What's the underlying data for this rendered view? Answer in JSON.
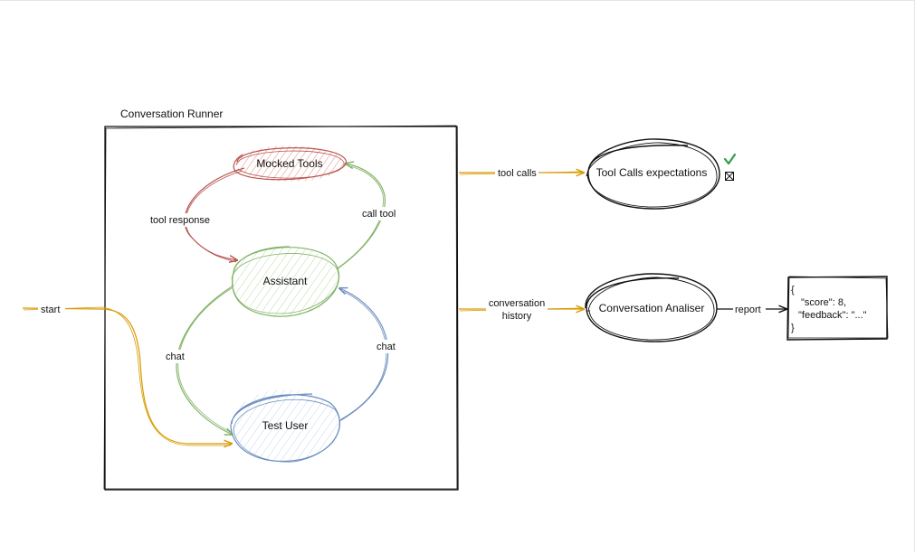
{
  "diagram": {
    "container_title": "Conversation Runner",
    "nodes": {
      "mocked_tools": "Mocked Tools",
      "assistant": "Assistant",
      "test_user": "Test User",
      "tool_calls_expectations": "Tool Calls expectations",
      "conversation_analiser": "Conversation Analiser"
    },
    "edges": {
      "start": "start",
      "tool_response": "tool response",
      "call_tool": "call tool",
      "chat_left": "chat",
      "chat_right": "chat",
      "tool_calls": "tool calls",
      "conversation_history_line1": "conversation",
      "conversation_history_line2": "history",
      "report": "report"
    },
    "report_box": {
      "line1": "{",
      "line2": "\"score\": 8,",
      "line3": "\"feedback\": \"...\"",
      "line4": "}"
    },
    "status_icons": [
      "check-icon",
      "x-box-icon"
    ],
    "colors": {
      "red": "#b85450",
      "red_fill": "#f8cecc",
      "green": "#82b366",
      "green_fill": "#d5e8d4",
      "blue": "#6c8ebf",
      "blue_fill": "#dae8fc",
      "orange": "#d79b00",
      "check": "#2e9e44"
    }
  }
}
